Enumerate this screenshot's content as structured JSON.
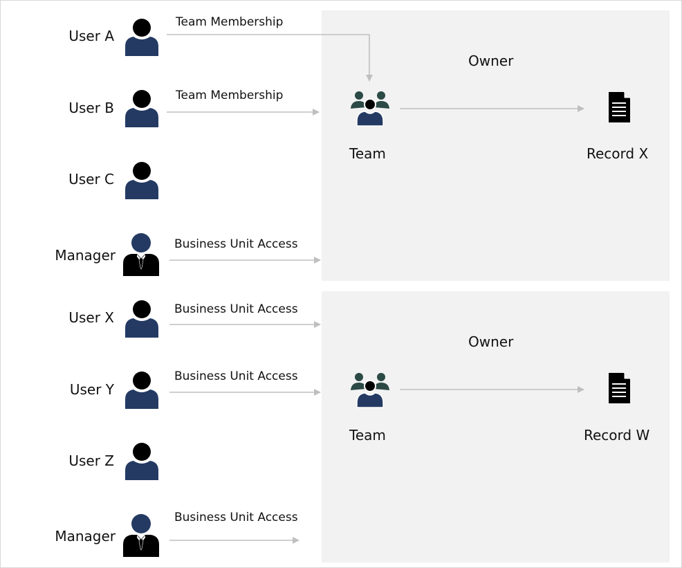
{
  "diagram": {
    "groups": [
      {
        "owner_label": "Owner",
        "team_label": "Team",
        "record_label": "Record X",
        "users": [
          {
            "name": "User A",
            "edge": "Team Membership",
            "kind": "user"
          },
          {
            "name": "User B",
            "edge": "Team Membership",
            "kind": "user"
          },
          {
            "name": "User C",
            "edge": "",
            "kind": "user"
          },
          {
            "name": "Manager",
            "edge": "Business Unit Access",
            "kind": "manager"
          }
        ]
      },
      {
        "owner_label": "Owner",
        "team_label": "Team",
        "record_label": "Record W",
        "users": [
          {
            "name": "User X",
            "edge": "Business Unit Access",
            "kind": "user"
          },
          {
            "name": "User Y",
            "edge": "Business Unit Access",
            "kind": "user"
          },
          {
            "name": "User Z",
            "edge": "",
            "kind": "user"
          },
          {
            "name": "Manager",
            "edge": "Business Unit Access",
            "kind": "manager"
          }
        ]
      }
    ],
    "colors": {
      "user_body": "#243a63",
      "user_head": "#000000",
      "manager_head": "#243a63",
      "manager_body": "#000000",
      "team_teal": "#2c4a45",
      "arrow": "#bfbfbf",
      "panel": "#f2f2f2"
    },
    "icons": {
      "user": "person-icon",
      "manager": "manager-icon",
      "team": "team-icon",
      "record": "document-icon"
    }
  }
}
